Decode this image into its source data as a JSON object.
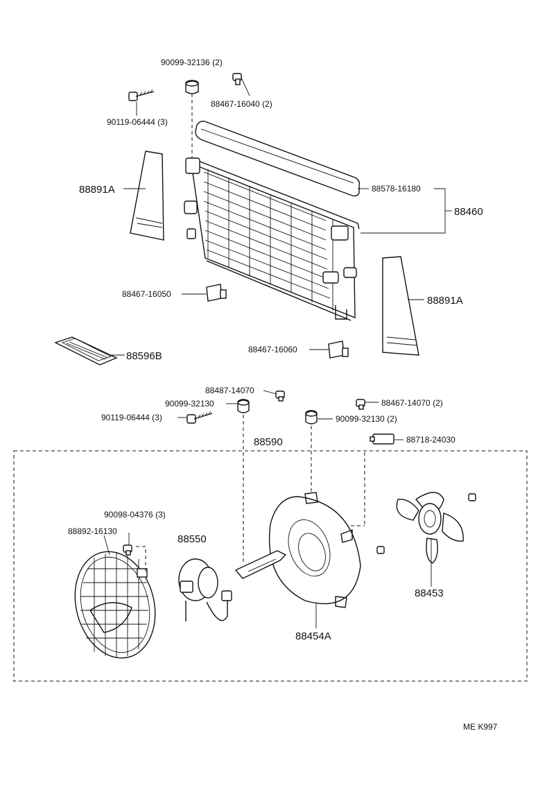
{
  "labels": {
    "p_90099_32136": "90099-32136 (2)",
    "p_88467_16040": "88467-16040 (2)",
    "p_90119_06444_top": "90119-06444 (3)",
    "p_88891A_left": "88891A",
    "p_88578_16180": "88578-16180",
    "p_88460": "88460",
    "p_88891A_right": "88891A",
    "p_88467_16050": "88467-16050",
    "p_88596B": "88596B",
    "p_88467_16060": "88467-16060",
    "p_88487_14070": "88487-14070",
    "p_90099_32130_left": "90099-32130",
    "p_88467_14070": "88467-14070 (2)",
    "p_90119_06444_mid": "90119-06444 (3)",
    "p_90099_32130_right": "90099-32130 (2)",
    "p_88590": "88590",
    "p_88718_24030": "88718-24030",
    "p_90098_04376": "90098-04376 (3)",
    "p_88892_16130": "88892-16130",
    "p_88550": "88550",
    "p_88453": "88453",
    "p_88454A": "88454A",
    "code": "ME  K997"
  }
}
